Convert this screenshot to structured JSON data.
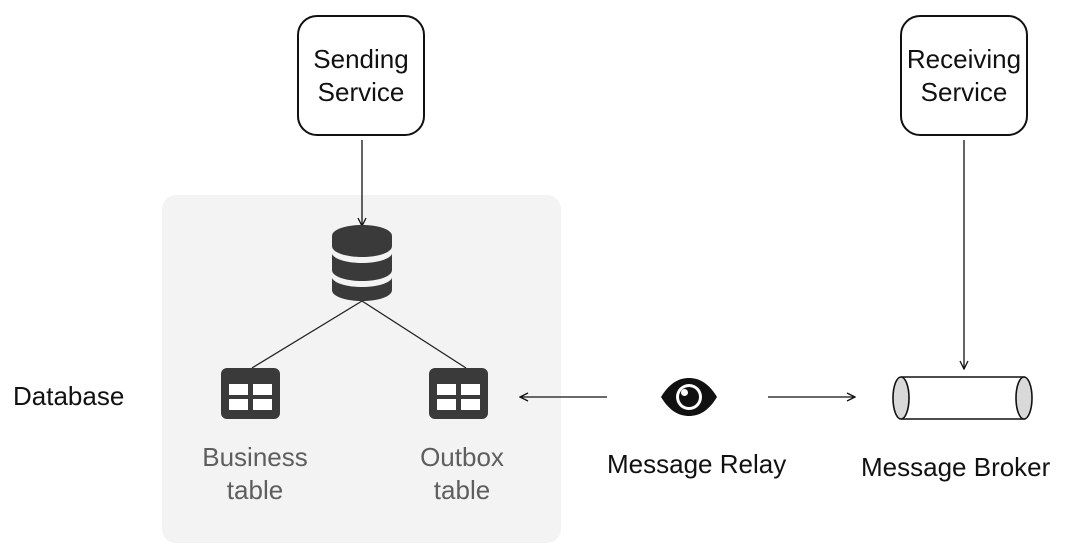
{
  "diagram": {
    "sending_service": {
      "line1": "Sending",
      "line2": "Service"
    },
    "receiving_service": {
      "line1": "Receiving",
      "line2": "Service"
    },
    "database_label": "Database",
    "business_table": {
      "line1": "Business",
      "line2": "table"
    },
    "outbox_table": {
      "line1": "Outbox",
      "line2": "table"
    },
    "message_relay_label": "Message Relay",
    "message_broker_label": "Message Broker"
  },
  "icons": {
    "database": "database-icon",
    "business_table": "table-icon",
    "outbox_table": "table-icon",
    "relay": "eye-icon",
    "broker": "pipe-icon"
  },
  "colors": {
    "panel": "#f3f3f3",
    "ink": "#111111",
    "icon_dark": "#3a3a3a",
    "muted_text": "#5e5e5e",
    "broker_cap": "#d9d9d9"
  }
}
